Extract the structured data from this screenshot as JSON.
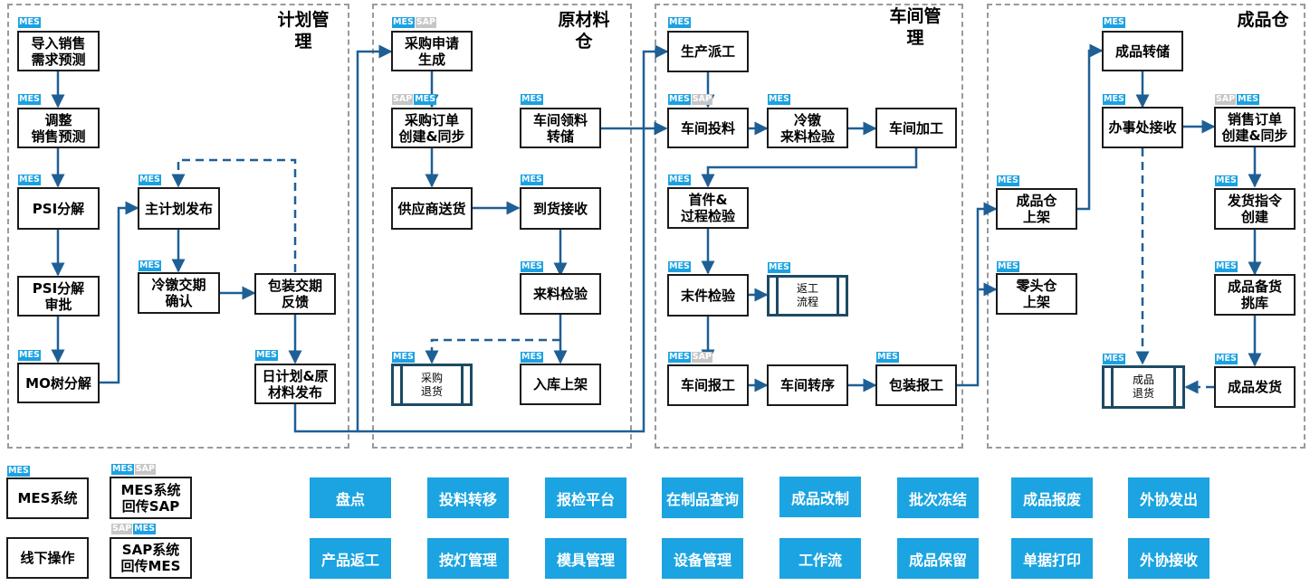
{
  "sections": [
    {
      "id": "plan",
      "title": "计划管\n理"
    },
    {
      "id": "raw",
      "title": "原材料\n仓"
    },
    {
      "id": "shop",
      "title": "车间管\n理"
    },
    {
      "id": "fg",
      "title": "成品仓"
    }
  ],
  "tag_labels": {
    "mes": "MES",
    "sap": "SAP"
  },
  "nodes": {
    "import_forecast": "导入销售\n需求预测",
    "adjust_forecast": "调整\n销售预测",
    "psi": "PSI分解",
    "psi_approve": "PSI分解\n审批",
    "mo_tree": "MO树分解",
    "master_plan": "主计划发布",
    "cold_confirm": "冷镦交期\n确认",
    "pack_feedback": "包装交期\n反馈",
    "daily_plan": "日计划&原\n材料发布",
    "purchase_request": "采购申请\n生成",
    "po_create": "采购订单\n创建&同步",
    "workshop_pick": "车间领料\n转储",
    "supplier_ship": "供应商送货",
    "receive": "到货接收",
    "iqc": "来料检验",
    "putaway": "入库上架",
    "dispatch": "生产派工",
    "feed": "车间投料",
    "cold_iqc": "冷镦\n来料检验",
    "process": "车间加工",
    "first_check": "首件&\n过程检验",
    "last_check": "末件检验",
    "report": "车间报工",
    "transfer": "车间转序",
    "pack_report": "包装报工",
    "fg_shelf": "成品仓\n上架",
    "odd_shelf": "零头仓\n上架",
    "fg_transfer": "成品转储",
    "office_receive": "办事处接收",
    "so_create": "销售订单\n创建&同步",
    "ship_instr": "发货指令\n创建",
    "picking": "成品备货\n挑库",
    "ship": "成品发货"
  },
  "subprocess": {
    "purchase_return": "采购\n退货",
    "rework": "返工\n流程",
    "fg_return": "成品\n退货"
  },
  "legend": {
    "mes_system": "MES系统",
    "mes_to_sap": "MES系统\n回传SAP",
    "offline": "线下操作",
    "sap_to_mes": "SAP系统\n回传MES"
  },
  "modules": [
    [
      "盘点",
      "投料转移",
      "报检平台",
      "在制品查询",
      "成品改制",
      "批次冻结",
      "成品报废",
      "外协发出"
    ],
    [
      "产品返工",
      "按灯管理",
      "模具管理",
      "设备管理",
      "工作流",
      "成品保留",
      "单据打印",
      "外协接收"
    ]
  ],
  "colors": {
    "arrow": "#1e5f96",
    "node_border": "#1a1a1a",
    "panel_border": "#9a9a9a",
    "mes_tag": "#1ba1e2",
    "sap_tag": "#c6c6c6",
    "module_chip": "#1ba4e1",
    "subprocess_border": "#1d4a63"
  }
}
